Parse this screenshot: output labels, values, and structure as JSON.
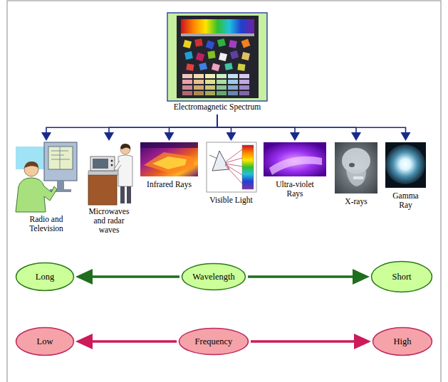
{
  "diagram": {
    "nodes": [
      {
        "text": [
          "Electromagnetic Spectrum"
        ]
      },
      {
        "text": [
          "Radio and Television"
        ]
      },
      {
        "text": [
          "Microwaves and radar waves"
        ]
      },
      {
        "text": [
          "Infrared Rays"
        ]
      },
      {
        "text": [
          "Visible Light"
        ]
      },
      {
        "text": [
          "Ultra-violet Rays"
        ]
      },
      {
        "text": [
          "X-rays"
        ]
      },
      {
        "text": [
          "Gamma Ray"
        ]
      },
      {
        "text": [
          "Long"
        ]
      },
      {
        "text": [
          "Wavelength"
        ]
      },
      {
        "text": [
          "Short"
        ]
      },
      {
        "text": [
          "Low"
        ]
      },
      {
        "text": [
          "Frequency"
        ]
      },
      {
        "text": [
          "High"
        ]
      }
    ],
    "edges": [
      {
        "from": 0,
        "to": 1,
        "arrow": "to"
      },
      {
        "from": 0,
        "to": 2,
        "arrow": "to"
      },
      {
        "from": 0,
        "to": 3,
        "arrow": "to"
      },
      {
        "from": 0,
        "to": 4,
        "arrow": "to"
      },
      {
        "from": 0,
        "to": 5,
        "arrow": "to"
      },
      {
        "from": 0,
        "to": 6,
        "arrow": "to"
      },
      {
        "from": 0,
        "to": 7,
        "arrow": "to"
      },
      {
        "from": 9,
        "to": 8,
        "arrow": "to"
      },
      {
        "from": 9,
        "to": 10,
        "arrow": "to"
      },
      {
        "from": 12,
        "to": 11,
        "arrow": "to"
      },
      {
        "from": 12,
        "to": 13,
        "arrow": "to"
      }
    ]
  }
}
